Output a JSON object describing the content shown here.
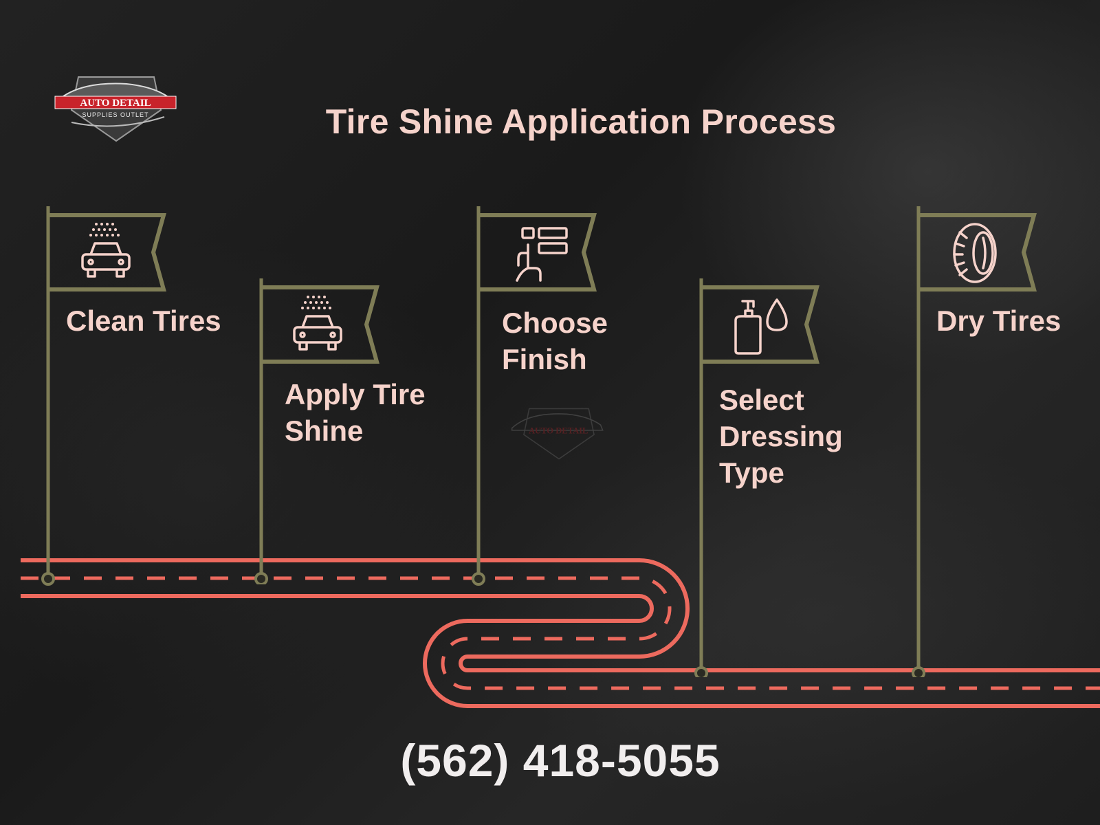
{
  "title": "Tire Shine Application Process",
  "logo": {
    "line1": "AUTO DETAIL",
    "line2": "SUPPLIES OUTLET"
  },
  "steps": [
    {
      "label": "Clean Tires",
      "icon": "car-wash-icon"
    },
    {
      "label": "Apply Tire Shine",
      "icon": "car-wash-icon"
    },
    {
      "label": "Choose Finish",
      "icon": "selection-menu-icon"
    },
    {
      "label": "Select Dressing Type",
      "icon": "spray-bottle-drop-icon"
    },
    {
      "label": "Dry Tires",
      "icon": "tire-icon"
    }
  ],
  "phone": "(562) 418-5055",
  "colors": {
    "background": "#1c1c1c",
    "text": "#f6d3cb",
    "flag": "#7f7d56",
    "road": "#ed6a5e",
    "phone": "#f1eeee"
  }
}
